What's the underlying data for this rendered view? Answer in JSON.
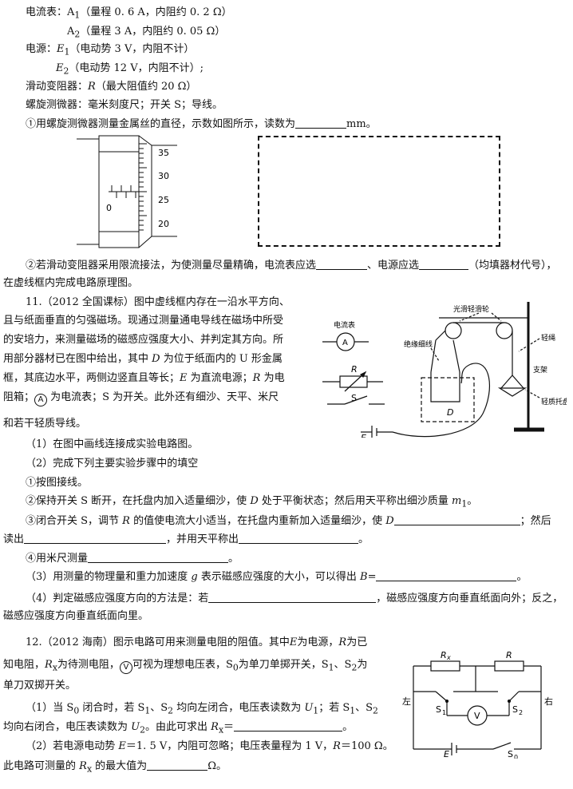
{
  "equipment": {
    "ammeter_label": "电流表：",
    "a1": "A",
    "a1_sub": "1",
    "a1_spec": "（量程 0. 6 A，内阻约 0. 2 Ω）",
    "a2": "A",
    "a2_sub": "2",
    "a2_spec": "（量程 3 A，内阻约 0. 05 Ω）",
    "source_label": "电源：",
    "e1": "E",
    "e1_sub": "1",
    "e1_spec": "（电动势 3 V，内阻不计）",
    "e2": "E",
    "e2_sub": "2",
    "e2_spec": "（电动势 12 V，内阻不计）;",
    "rheostat": "滑动变阻器：",
    "r_var": "R",
    "rheostat_spec": "（最大阻值约 20 Ω）",
    "misc": "螺旋测微器：毫米刻度尺；开关 S；导线。"
  },
  "q_micrometer": {
    "text": "①用螺旋测微器测量金属丝的直径，示数如图所示，读数为",
    "unit": "mm。",
    "scale_labels": [
      "35",
      "30",
      "25",
      "20"
    ],
    "zero": "0"
  },
  "q_circuit_choice": {
    "line1_a": "②若滑动变阻器采用限流接法，为使测量尽量精确，电流表应选",
    "line1_b": "、电源应选",
    "line1_c": "（均填器材代号），",
    "line2": "在虚线框内完成电路原理图。"
  },
  "q11": {
    "intro_1": "11.（2012 全国课标）图中虚线框内存在一沿水平方向、",
    "intro_2": "且与纸面垂直的匀强磁场。现通过测量通电导线在磁场中所受",
    "intro_3": "的安培力，来测量磁场的磁感应强度大小、并判定其方向。所",
    "intro_4a": "用部分器材已在图中给出，其中 ",
    "intro_4_D": "D",
    "intro_4b": " 为位于纸面内的 U 形金属",
    "intro_5a": "框，其底边水平，两侧边竖直且等长；",
    "intro_5_E": "E",
    "intro_5b": " 为直流电源；",
    "intro_5_R": "R",
    "intro_5c": " 为电",
    "intro_6a": "阻箱；",
    "intro_6_A": "A",
    "intro_6b": " 为电流表；S 为开关。此外还有细沙、天平、米尺",
    "intro_7": "和若干轻质导线。",
    "s1": "（1）在图中画线连接成实验电路图。",
    "s2": "（2）完成下列主要实验步骤中的填空",
    "step1": "①按图接线。",
    "step2a": "②保持开关 S 断开，在托盘内加入适量细沙，使 ",
    "step2_D": "D",
    "step2b": " 处于平衡状态；然后用天平称出细沙质量 ",
    "step2_m": "m",
    "step2_sub": "1",
    "step2c": "。",
    "step3a": "③闭合开关 S，调节 ",
    "step3_R": "R",
    "step3b": " 的值使电流大小适当，在托盘内重新加入适量细沙，使 ",
    "step3_D": "D",
    "step3c": "；然后",
    "step3d": "读出",
    "step3e": "，并用天平称出",
    "step3f": "。",
    "step4": "④用米尺测量",
    "step4_end": "。",
    "s3a": "（3）用测量的物理量和重力加速度 ",
    "s3_g": "g",
    "s3b": " 表示磁感应强度的大小，可以得出 ",
    "s3_B": "B",
    "s3c": "=",
    "s3_end": "。",
    "s4a": "（4）判定磁感应强度方向的方法是：若",
    "s4b": "，磁感应强度方向垂直纸面向外；反之，",
    "s4c": "磁感应强度方向垂直纸面向里。",
    "fig": {
      "ammeter": "电流表",
      "ammeter_sym": "A",
      "pulley": "光滑轻滑轮",
      "insulated": "绝缘细线",
      "light_rope": "轻绳",
      "stand": "支架",
      "tray": "轻质托盘",
      "R": "R",
      "S": "S",
      "D": "D",
      "E": "E"
    }
  },
  "q12": {
    "l1a": "12.（2012 海南）图示电路可用来测量电阻的阻值。其中",
    "l1_E": "E",
    "l1b": "为电源，",
    "l1_R": "R",
    "l1c": "为已",
    "l2a": "知电阻，",
    "l2_Rx": "R",
    "l2_x": "x",
    "l2b": "为待测电阻，",
    "l2_V": "V",
    "l2c": "可视为理想电压表，S",
    "l2_0": "0",
    "l2d": "为单刀单掷开关，S",
    "l2_1": "1",
    "l2e": "、S",
    "l2_2": "2",
    "l2f": "为",
    "l3": "单刀双掷开关。",
    "p1a": "（1）当 S",
    "p1_0": "0",
    "p1b": " 闭合时，若 S",
    "p1_1": "1",
    "p1c": "、S",
    "p1_2": "2",
    "p1d": " 均向左闭合，电压表读数为 ",
    "p1_U": "U",
    "p1_U1": "1",
    "p1e": "；若 S",
    "p1_1b": "1",
    "p1f": "、S",
    "p1_2b": "2",
    "p2a": "均向右闭合，电压表读数为 ",
    "p2_U": "U",
    "p2_U2": "2",
    "p2b": "。由此可求出 ",
    "p2_R": "R",
    "p2_x": "x",
    "p2c": "＝",
    "p2_end": "。",
    "q2a": "（2）若电源电动势 ",
    "q2_E": "E",
    "q2b": "＝1. 5 V，内阻可忽略；电压表量程为 1 V，",
    "q2_R": "R",
    "q2c": "＝100 Ω。",
    "q3a": "此电路可测量的 ",
    "q3_R": "R",
    "q3_x": "x",
    "q3b": " 的最大值为",
    "q3_unit": "Ω。",
    "fig": {
      "Rx": "R",
      "Rx_sub": "x",
      "R": "R",
      "left": "左",
      "right": "右",
      "S1": "S",
      "S1_sub": "1",
      "S2": "S",
      "S2_sub": "2",
      "V": "V",
      "E": "E",
      "S0": "S",
      "S0_sub": "0"
    }
  }
}
